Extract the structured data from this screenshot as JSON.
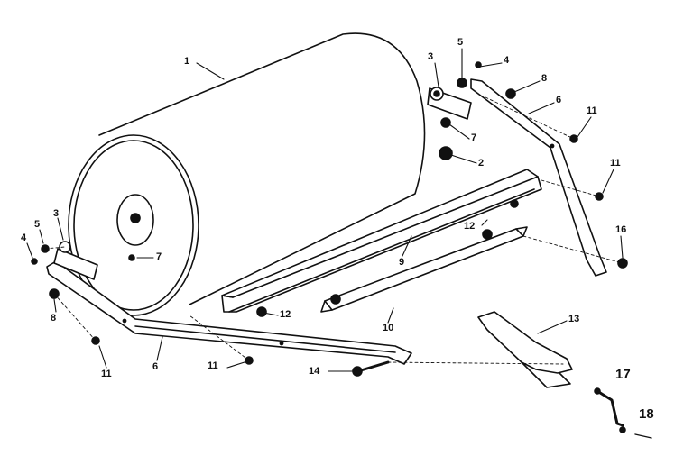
{
  "diagram": {
    "callouts": [
      {
        "id": "c1",
        "text": "1"
      },
      {
        "id": "c3a",
        "text": "3"
      },
      {
        "id": "c5a",
        "text": "5"
      },
      {
        "id": "c4a",
        "text": "4"
      },
      {
        "id": "c8a",
        "text": "8"
      },
      {
        "id": "c6a",
        "text": "6"
      },
      {
        "id": "c11a",
        "text": "11"
      },
      {
        "id": "c7a",
        "text": "7"
      },
      {
        "id": "c2",
        "text": "2"
      },
      {
        "id": "c11b",
        "text": "11"
      },
      {
        "id": "c11c",
        "text": "11"
      },
      {
        "id": "c16",
        "text": "16"
      },
      {
        "id": "c9",
        "text": "9"
      },
      {
        "id": "c12a",
        "text": "12"
      },
      {
        "id": "c3b",
        "text": "3"
      },
      {
        "id": "c5b",
        "text": "5"
      },
      {
        "id": "c4b",
        "text": "4"
      },
      {
        "id": "c7b",
        "text": "7"
      },
      {
        "id": "c8b",
        "text": "8"
      },
      {
        "id": "c6b",
        "text": "6"
      },
      {
        "id": "c11d",
        "text": "11"
      },
      {
        "id": "c12b",
        "text": "12"
      },
      {
        "id": "c10",
        "text": "10"
      },
      {
        "id": "c14",
        "text": "14"
      },
      {
        "id": "c13",
        "text": "13"
      },
      {
        "id": "c17",
        "text": "17"
      },
      {
        "id": "c18",
        "text": "18"
      }
    ]
  },
  "colors": {
    "ink": "#111111",
    "paper": "#ffffff"
  }
}
